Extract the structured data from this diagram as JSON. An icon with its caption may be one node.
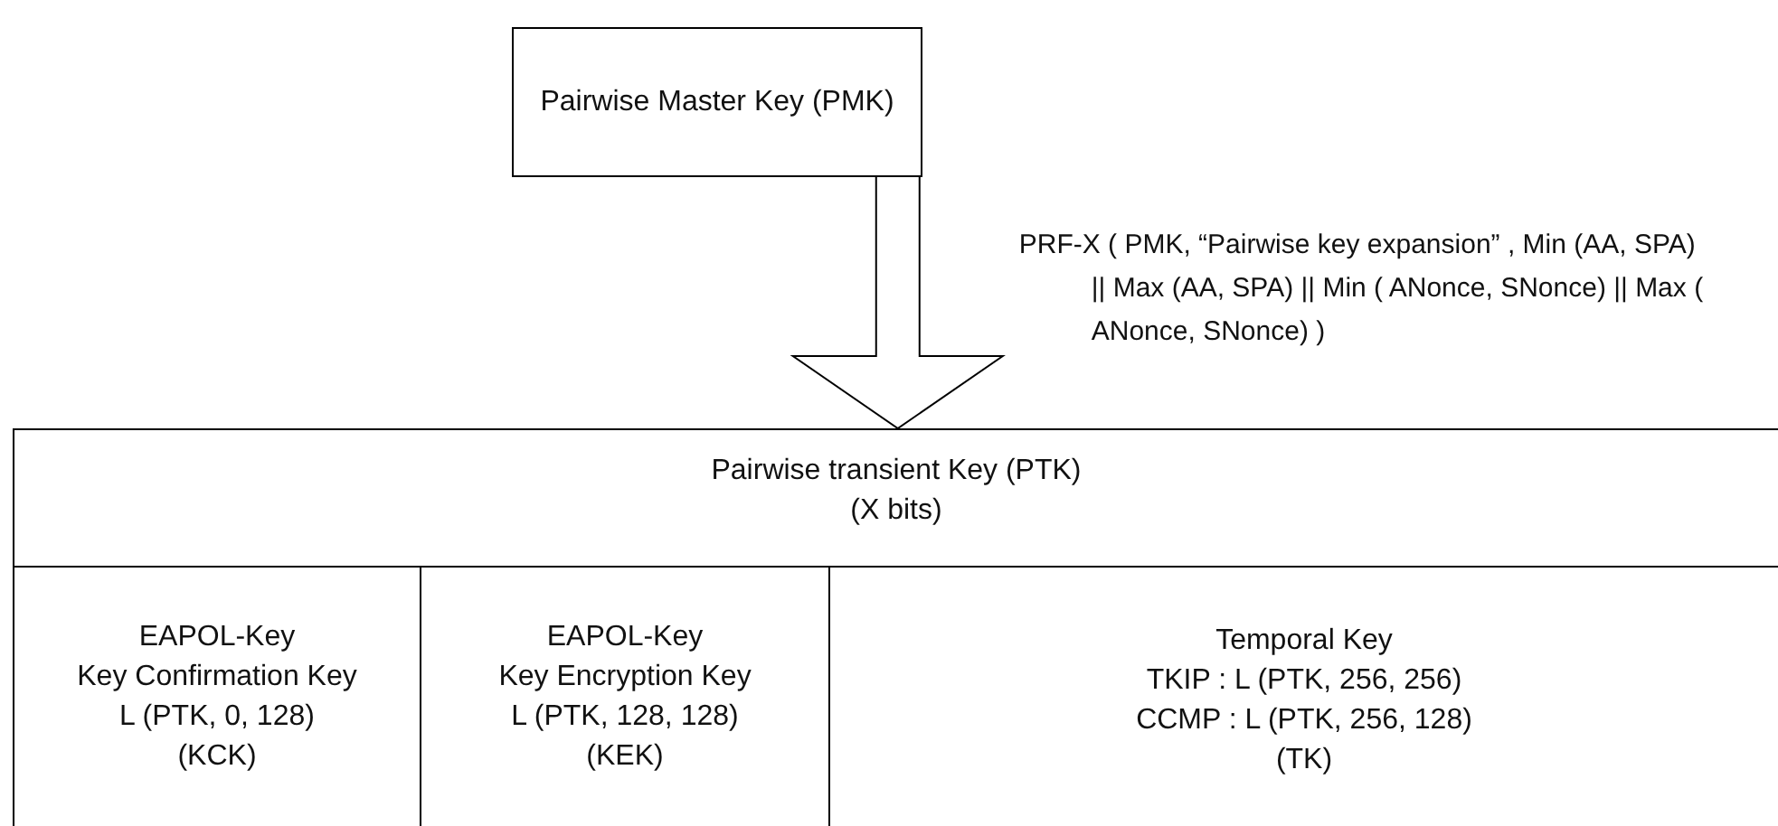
{
  "diagram": {
    "nodes": [
      {
        "text": [
          "Pairwise Master Key (PMK)"
        ]
      },
      {
        "text": [
          "Pairwise transient Key (PTK)",
          "(X bits)"
        ]
      },
      {
        "text": [
          "EAPOL-Key",
          "Key Confirmation Key",
          "L (PTK, 0, 128)",
          "(KCK)"
        ],
        "in": 1
      },
      {
        "text": [
          "EAPOL-Key",
          "Key Encryption Key",
          "L (PTK, 128, 128)",
          "(KEK)"
        ],
        "in": 1
      },
      {
        "text": [
          "Temporal Key",
          "TKIP : L (PTK, 256, 256)",
          "CCMP : L (PTK, 256, 128)",
          "(TK)"
        ],
        "in": 1
      }
    ],
    "edges": [
      {
        "from": 0,
        "to": 1,
        "arrow": "to",
        "style": "thick",
        "label": "PRF-X ( PMK, “Pairwise key expansion” , Min (AA, SPA) || Max (AA, SPA) || Min ( ANonce, SNonce) || Max ( ANonce, SNonce) )"
      }
    ]
  }
}
